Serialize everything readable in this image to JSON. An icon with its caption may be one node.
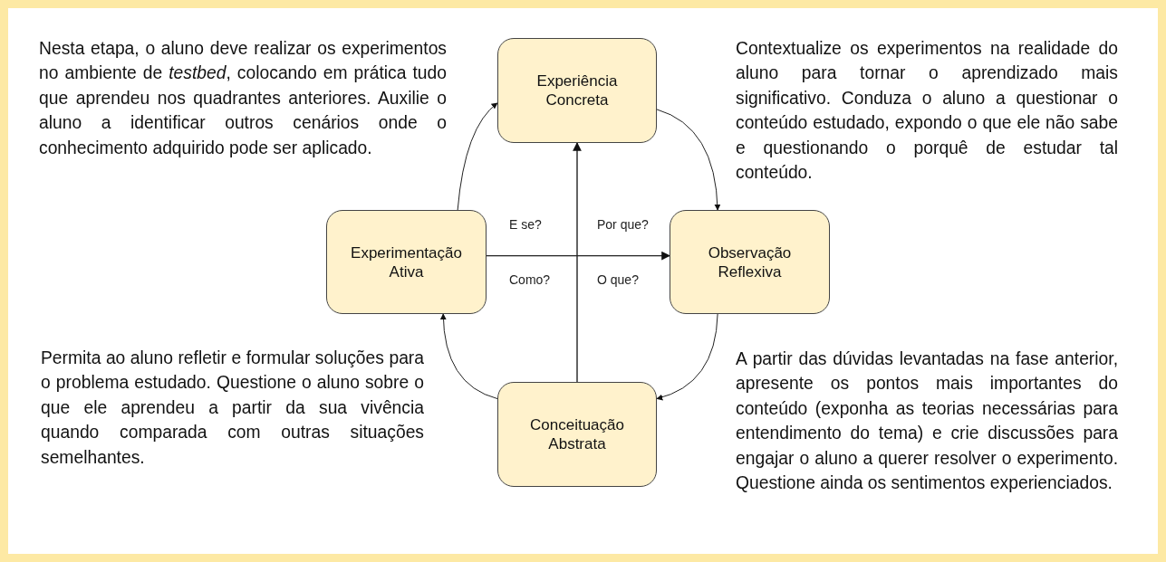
{
  "diagram": {
    "nodes": [
      {
        "text": [
          "Experiência Concreta"
        ]
      },
      {
        "text": [
          "Experimentação Ativa"
        ]
      },
      {
        "text": [
          "Observação Reflexiva"
        ]
      },
      {
        "text": [
          "Conceituação Abstrata"
        ]
      }
    ],
    "edges": [
      {
        "from": 1,
        "to": 0,
        "arrow": "to"
      },
      {
        "from": 0,
        "to": 2,
        "arrow": "to"
      },
      {
        "from": 2,
        "to": 3,
        "arrow": "to"
      },
      {
        "from": 3,
        "to": 1,
        "arrow": "to"
      },
      {
        "from": 3,
        "to": 0,
        "arrow": "to"
      },
      {
        "from": 1,
        "to": 2,
        "arrow": "to"
      }
    ],
    "labels": [
      "Nesta etapa, o aluno deve realizar os experimentos no ambiente de *testbed*, colocando em prática tudo que aprendeu nos quadrantes anteriores. Auxilie o aluno a identificar outros cenários onde o conhecimento adquirido pode ser aplicado.",
      "Contextualize os experimentos na realidade do aluno para tornar o aprendizado mais significativo. Conduza o aluno a questionar o conteúdo estudado, expondo o que ele não sabe e questionando o porquê de estudar tal conteúdo.",
      "E se?",
      "Por que?",
      "Como?",
      "O que?",
      "Permita ao aluno refletir e formular soluções para o problema estudado. Questione o aluno sobre o que ele aprendeu a partir da sua vivência quando comparada com outras situações semelhantes.",
      "A partir das dúvidas levantadas na fase anterior, apresente os pontos mais importantes do conteúdo (exponha as teorias necessárias para entendimento do tema) e crie discussões para engajar o aluno a querer resolver o experimento. Questione ainda os sentimentos experienciados."
    ]
  }
}
